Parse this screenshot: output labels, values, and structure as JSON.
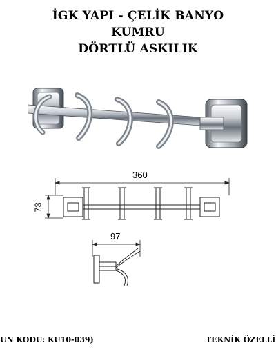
{
  "header": {
    "line1": "İGK YAPI - ÇELİK BANYO",
    "line2": "KUMRU",
    "line3": "DÖRTLÜ ASKILIK"
  },
  "drawing": {
    "width_label": "360",
    "height_label": "73",
    "depth_label": "97"
  },
  "footer": {
    "code_text": "UN KODU: KU10-039)",
    "spec_text": "TEKNİK ÖZELLİ"
  },
  "colors": {
    "chrome_light": "#f4f6f8",
    "chrome_mid": "#b8bec6",
    "chrome_dark": "#4a5058",
    "line": "#222222"
  }
}
